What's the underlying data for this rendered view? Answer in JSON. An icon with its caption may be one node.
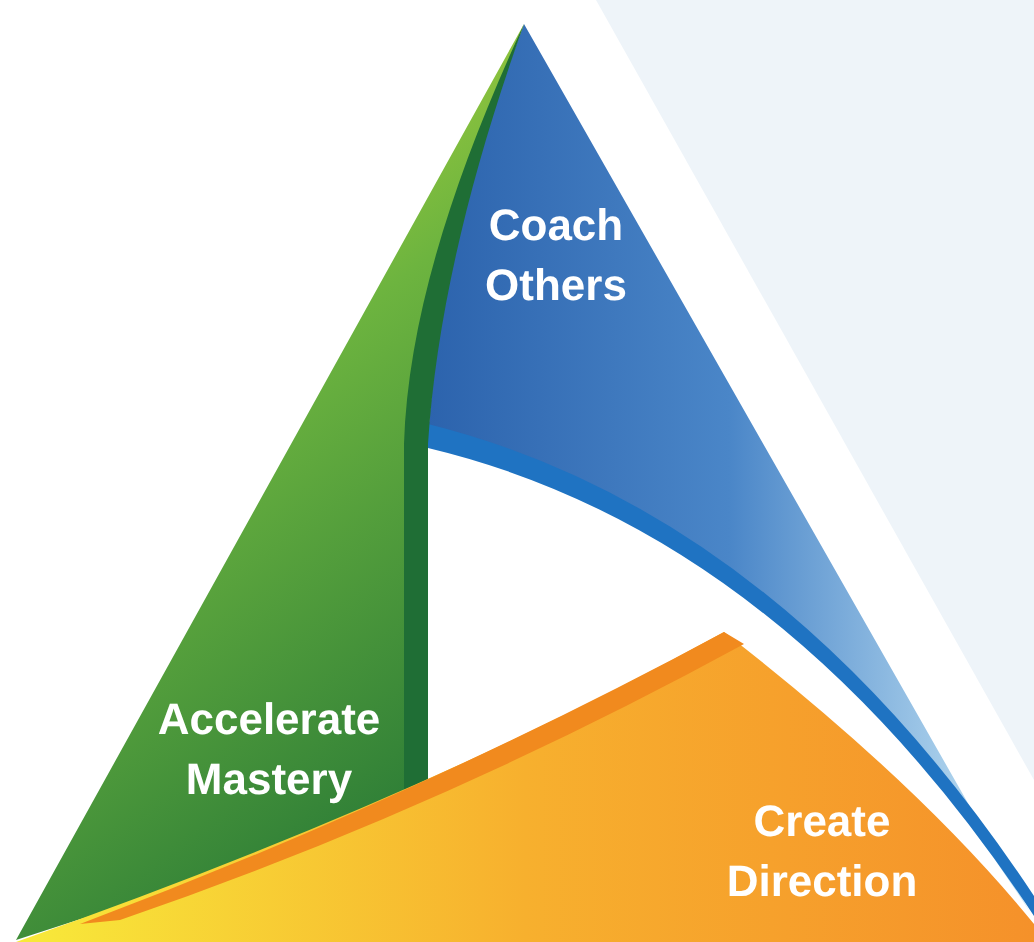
{
  "diagram": {
    "nodes": [
      {
        "text": [
          "Coach Others"
        ]
      },
      {
        "text": [
          "Accelerate Mastery"
        ]
      },
      {
        "text": [
          "Create Direction"
        ]
      }
    ]
  }
}
